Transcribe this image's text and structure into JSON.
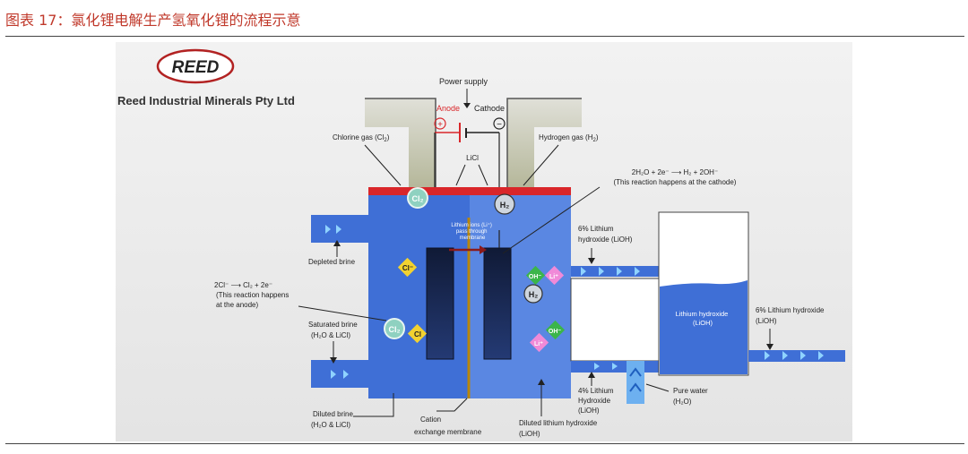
{
  "figure_title": "图表 17：氯化锂电解生产氢氧化锂的流程示意",
  "logo": {
    "text": "REED",
    "subtext": "Reed Industrial Minerals Pty Ltd",
    "subtext_highlight": "Reed"
  },
  "labels": {
    "power_supply": "Power supply",
    "anode": "Anode",
    "cathode": "Cathode",
    "plus": "+",
    "minus": "−",
    "chlorine_gas": "Chlorine gas (Cl",
    "chlorine_gas_sub": "2",
    "chlorine_gas_end": ")",
    "hydrogen_gas": "Hydrogen gas (H",
    "hydrogen_gas_sub": "2",
    "hydrogen_gas_end": ")",
    "licl": "LiCl",
    "cathode_reaction": "2H₂O + 2e⁻ ⟶ H₂ + 2OH⁻",
    "cathode_reaction_note": "(This reaction happens at the cathode)",
    "anode_reaction": "2Cl⁻ ⟶ Cl₂ + 2e⁻",
    "anode_reaction_note_1": "(This reaction happens",
    "anode_reaction_note_2": "at the anode)",
    "lithium_ions_1": "Lithium ions (Li⁺)",
    "lithium_ions_2": "pass through",
    "lithium_ions_3": "membrane",
    "depleted_brine": "Depleted brine",
    "saturated_brine_1": "Saturated brine",
    "saturated_brine_2": "(H₂O & LiCl)",
    "diluted_brine_1": "Diluted brine",
    "diluted_brine_2": "(H₂O & LiCl)",
    "cation_membrane_1": "Cation",
    "cation_membrane_2": "exchange membrane",
    "diluted_lioh_1": "Diluted lithium hydroxide",
    "diluted_lioh_2": "(LiOH)",
    "six_pct_lioh_1": "6% Lithium",
    "six_pct_lioh_2": "hydroxide (LiOH)",
    "four_pct_1": "4% Lithium",
    "four_pct_2": "Hydroxide",
    "four_pct_3": "(LiOH)",
    "pure_water_1": "Pure water",
    "pure_water_2": "(H₂O)",
    "lithium_hydroxide_tank_1": "Lithium hydroxide",
    "lithium_hydroxide_tank_2": "(LiOH)",
    "six_pct_out_1": "6% Lithium hydroxide",
    "six_pct_out_2": "(LiOH)"
  },
  "ions": {
    "cl2": "Cl₂",
    "h2": "H₂",
    "cl_minus": "Cl⁻",
    "oh_minus": "OH⁻",
    "li_plus": "Li⁺",
    "cl": "Cl"
  },
  "colors": {
    "title_red": "#c0392b",
    "cell_blue": "#3f6fd6",
    "cell_blue_light": "#5a87e2",
    "lid_red": "#d9262a",
    "electrode": "#1f2a4a",
    "membrane": "#b8860b",
    "cl_yellow": "#f2d230",
    "oh_green": "#3bb54a",
    "li_pink": "#f08ad8"
  }
}
